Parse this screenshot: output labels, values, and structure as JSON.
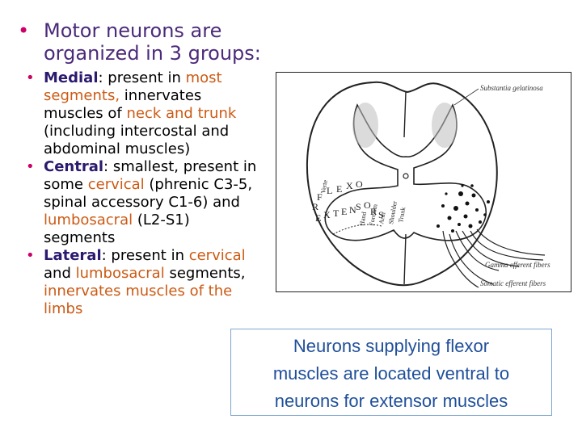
{
  "headline": {
    "bullet": "•",
    "line1": "Motor neurons are",
    "line2": "organized in 3 groups:"
  },
  "bullets": {
    "marker": "•",
    "medial": {
      "term": "Medial",
      "colon": ":",
      "l1_a": " present in ",
      "l1_b": "most",
      "l2_a": "segments,",
      "l2_b": " innervates",
      "l3_a": "muscles of ",
      "l3_b": "neck and trunk",
      "l4": "(including intercostal and",
      "l5": "abdominal muscles)"
    },
    "central": {
      "term": "Central",
      "colon": ":",
      "l1": " smallest, present in",
      "l2_a": "some ",
      "l2_b": "cervical",
      "l2_c": " (phrenic C3-5,",
      "l3": "spinal accessory C1-6) and",
      "l4_a": "lumbosacral",
      "l4_b": " (L2-S1)",
      "l5": "segments"
    },
    "lateral": {
      "term": "Lateral",
      "colon": ":",
      "l1_a": " present in ",
      "l1_b": "cervical",
      "l2_a": "and ",
      "l2_b": "lumbosacral",
      "l2_c": " segments,",
      "l3": "innervates muscles of the",
      "l4": "limbs"
    }
  },
  "figure": {
    "label_substantia": "Substantia gelatinosa",
    "label_gamma": "Gamma efferent fibers",
    "label_somatic": "Somatic efferent fibers",
    "word_hand": "Hand",
    "word_forearm": "Forearm",
    "word_arm": "Arm",
    "word_shoulder": "Shoulder",
    "word_trunk": "Trunk",
    "word_vertebral": "Verte",
    "letters": [
      "F",
      "L",
      "E",
      "X",
      "O",
      "R",
      "E",
      "X",
      "T",
      "E",
      "N",
      "S",
      "O",
      "R",
      "S"
    ]
  },
  "caption": {
    "line1": "Neurons supplying flexor",
    "line2": "muscles are located ventral to",
    "line3": "neurons for extensor muscles"
  },
  "colors": {
    "headline": "#4b2a7a",
    "bullet_marker": "#cc0066",
    "term": "#2b1a6e",
    "highlight": "#cc5a14",
    "caption_text": "#1f4f9a",
    "caption_border": "#7fa7d0"
  }
}
